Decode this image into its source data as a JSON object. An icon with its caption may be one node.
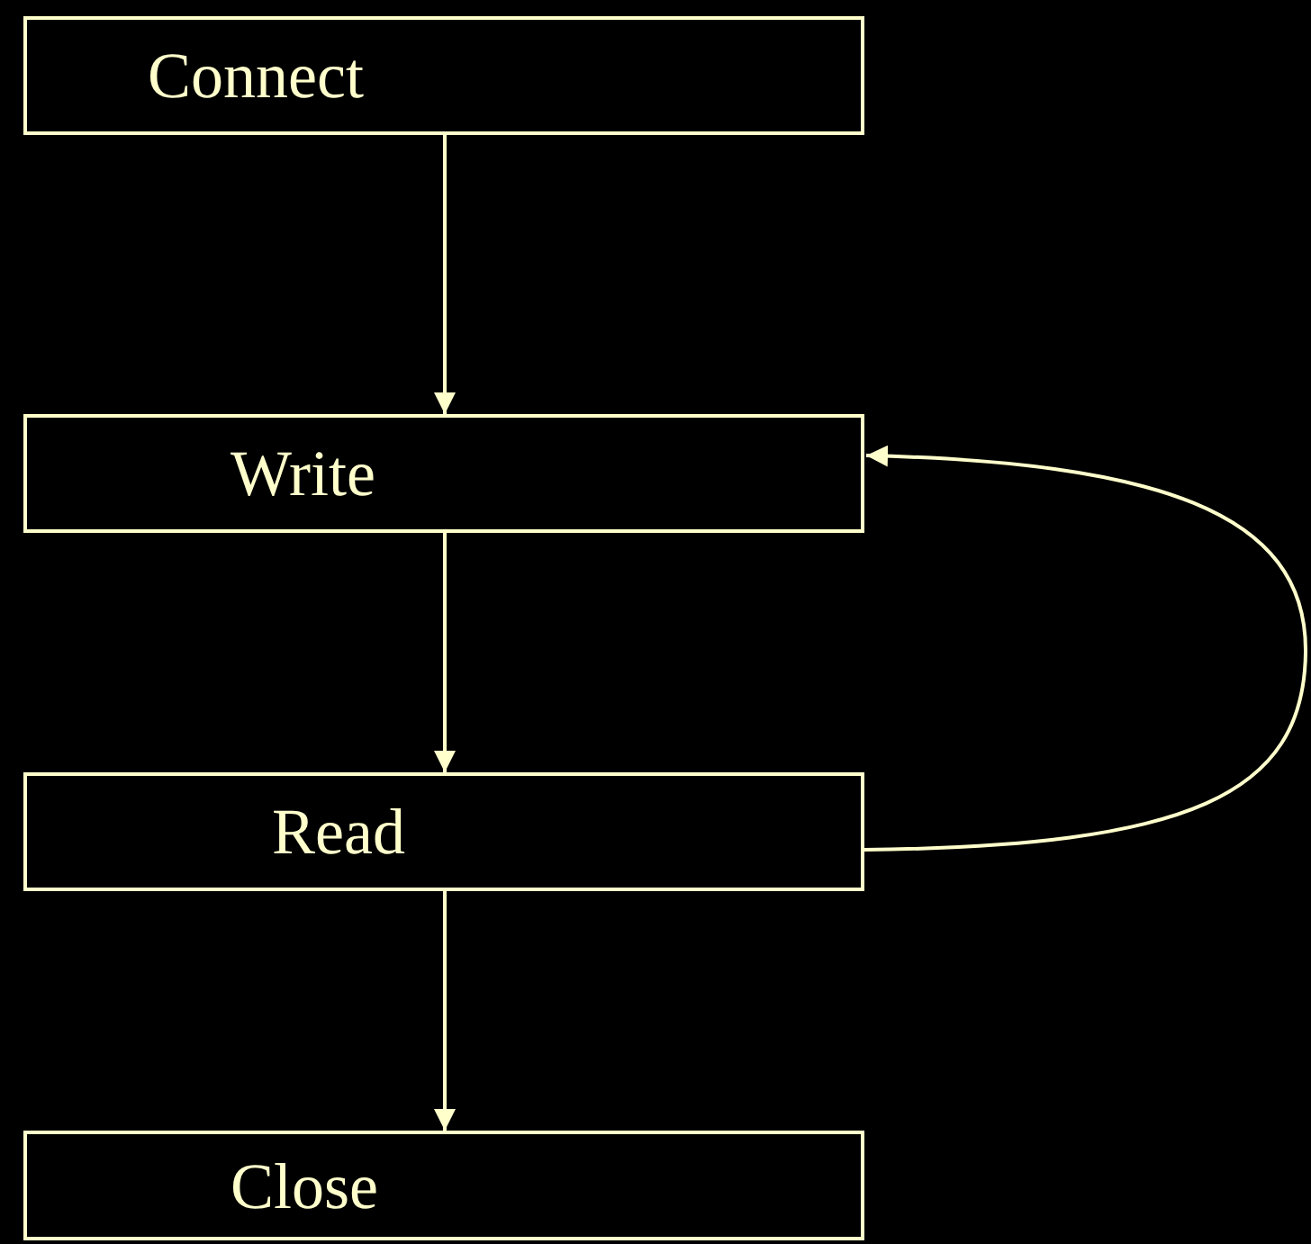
{
  "diagram": {
    "nodes": [
      {
        "text": [
          "Connect"
        ]
      },
      {
        "text": [
          "Write"
        ]
      },
      {
        "text": [
          "Read"
        ]
      },
      {
        "text": [
          "Close"
        ]
      }
    ],
    "edges": [
      {
        "from": 0,
        "to": 1,
        "arrow": "to"
      },
      {
        "from": 1,
        "to": 2,
        "arrow": "to"
      },
      {
        "from": 2,
        "to": 3,
        "arrow": "to"
      },
      {
        "from": 2,
        "to": 1,
        "arrow": "to"
      }
    ]
  }
}
